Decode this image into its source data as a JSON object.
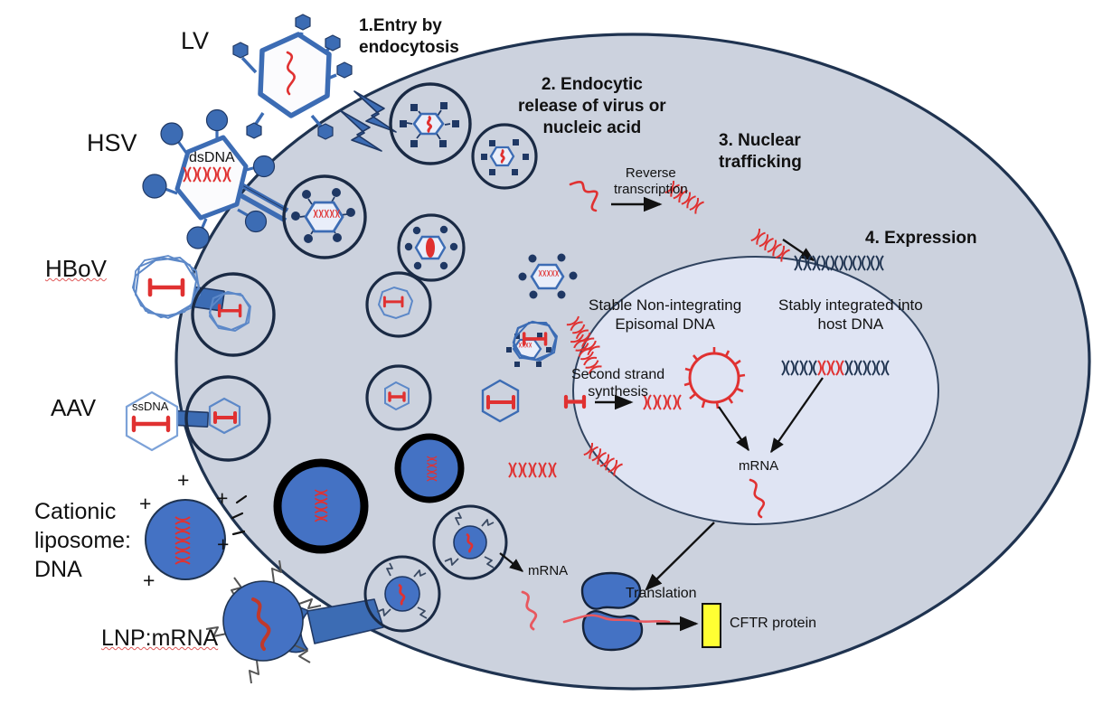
{
  "figure": {
    "title": "Gene transfer vector entry, trafficking and expression in a cell",
    "colors": {
      "vector_blue": "#3c6cb4",
      "vector_blue_dark": "#1f3864",
      "nucleic_red": "#e03131",
      "cytoplasm": "#ccd2de",
      "nucleoplasm": "#dfe4f3",
      "membrane_outline": "#1f3350",
      "protein_yellow": "#ffff33",
      "ribosome_blue": "#4472c4",
      "arrow_black": "#000000"
    }
  },
  "vectors": [
    {
      "id": "lv",
      "label": "LV",
      "cargo_label": "",
      "cargo_type": "ssRNA-squiggle"
    },
    {
      "id": "hsv",
      "label": "HSV",
      "cargo_label": "dsDNA",
      "cargo_type": "dsDNA-helix"
    },
    {
      "id": "hbov",
      "label": "HBoV",
      "cargo_label": "",
      "cargo_type": "ssDNA-dumbbell"
    },
    {
      "id": "aav",
      "label": "AAV",
      "cargo_label": "ssDNA",
      "cargo_type": "ssDNA-dumbbell"
    },
    {
      "id": "liposome",
      "label": "Cationic\nliposome:\nDNA",
      "cargo_label": "",
      "cargo_type": "dsDNA-helix",
      "charges": [
        "+",
        "+",
        "+",
        "+",
        "+"
      ]
    },
    {
      "id": "lnp",
      "label": "LNP:mRNA",
      "cargo_label": "",
      "cargo_type": "mRNA-squiggle"
    }
  ],
  "steps": [
    {
      "n": "1",
      "label": "1.Entry by\nendocytosis"
    },
    {
      "n": "2",
      "label": "2. Endocytic\nrelease of virus or\nnucleic acid"
    },
    {
      "n": "3",
      "label": "3. Nuclear\ntrafficking"
    },
    {
      "n": "4",
      "label": "4. Expression"
    }
  ],
  "annotations": {
    "reverse_transcription": "Reverse\ntranscription",
    "stable_non_integrating": "Stable Non-integrating\nEpisomal DNA",
    "stably_integrated": "Stably integrated into\nhost DNA",
    "second_strand": "Second strand\nsynthesis",
    "mrna_nucleus": "mRNA",
    "mrna_cytoplasm": "mRNA",
    "translation": "Translation",
    "cftr_protein": "CFTR protein"
  }
}
